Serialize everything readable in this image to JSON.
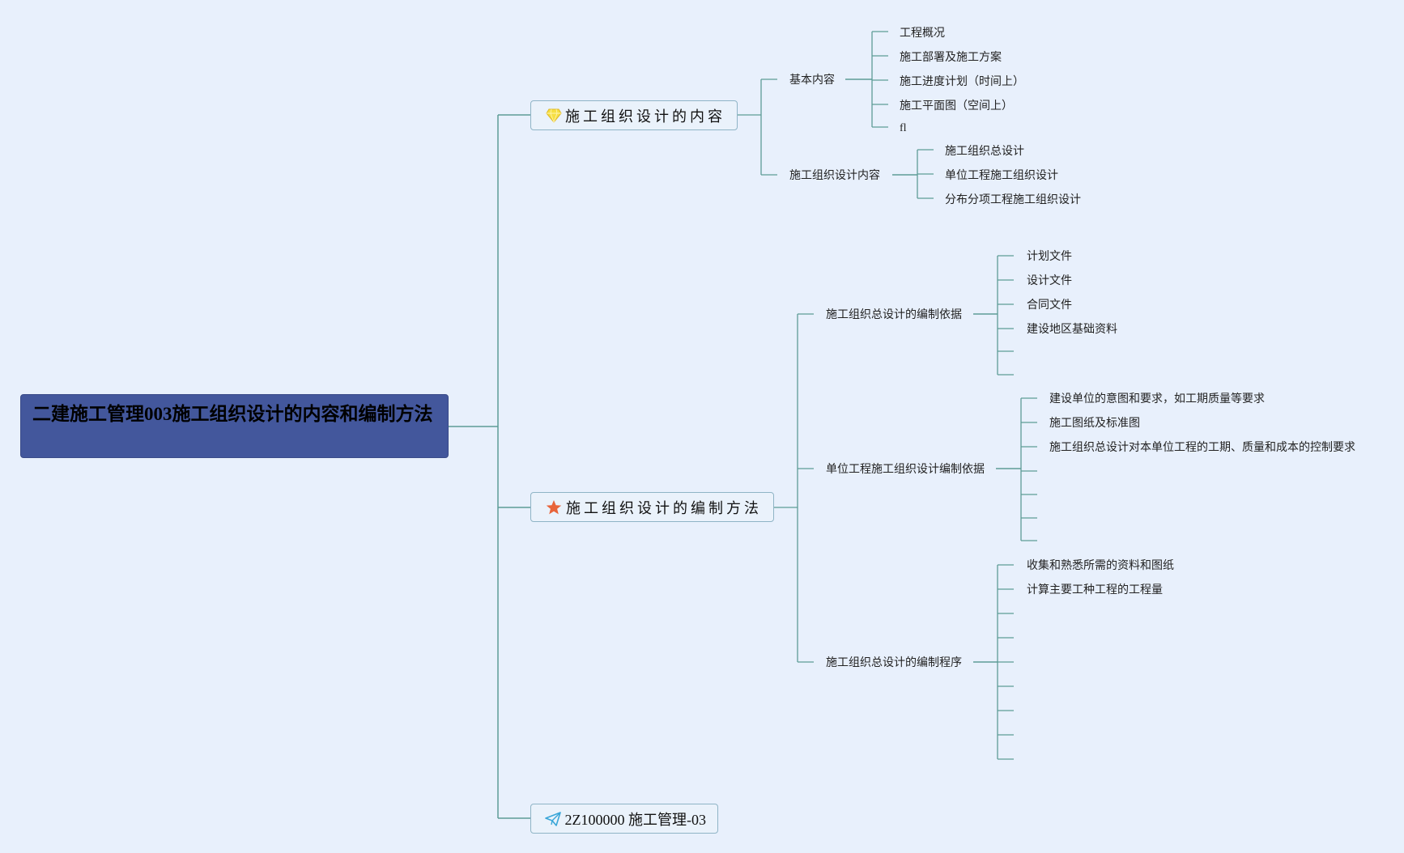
{
  "root": {
    "title": "二建施工管理003施工组织设计的内容和编制方法"
  },
  "branches": [
    {
      "icon": "diamond-icon",
      "label": "施工组织设计的内容",
      "children": [
        {
          "label": "基本内容",
          "children": [
            "工程概况",
            "施工部署及施工方案",
            "施工进度计划（时间上）",
            "施工平面图（空间上）",
            "fl"
          ]
        },
        {
          "label": "施工组织设计内容",
          "children": [
            "施工组织总设计",
            "单位工程施工组织设计",
            "分布分项工程施工组织设计"
          ]
        }
      ]
    },
    {
      "icon": "star-icon",
      "label": "施工组织设计的编制方法",
      "children": [
        {
          "label": "施工组织总设计的编制依据",
          "children": [
            "计划文件",
            "设计文件",
            "合同文件",
            "建设地区基础资料",
            "",
            ""
          ]
        },
        {
          "label": "单位工程施工组织设计编制依据",
          "children": [
            "建设单位的意图和要求，如工期质量等要求",
            "施工图纸及标准图",
            "施工组织总设计对本单位工程的工期、质量和成本的控制要求",
            "",
            "",
            "",
            ""
          ]
        },
        {
          "label": "施工组织总设计的编制程序",
          "children": [
            "收集和熟悉所需的资料和图纸",
            "计算主要工种工程的工程量",
            "",
            "",
            "",
            "",
            "",
            "",
            ""
          ]
        }
      ]
    },
    {
      "icon": "paper-plane-icon",
      "label": "2Z100000 施工管理-03",
      "children": []
    }
  ],
  "colors": {
    "background": "#e8f0fc",
    "root_fill": "#43579c",
    "connector": "#5d9c96",
    "node_border": "#8fb4c6",
    "diamond": "#f6df43",
    "star": "#e8643a",
    "plane": "#3aa6d8"
  }
}
